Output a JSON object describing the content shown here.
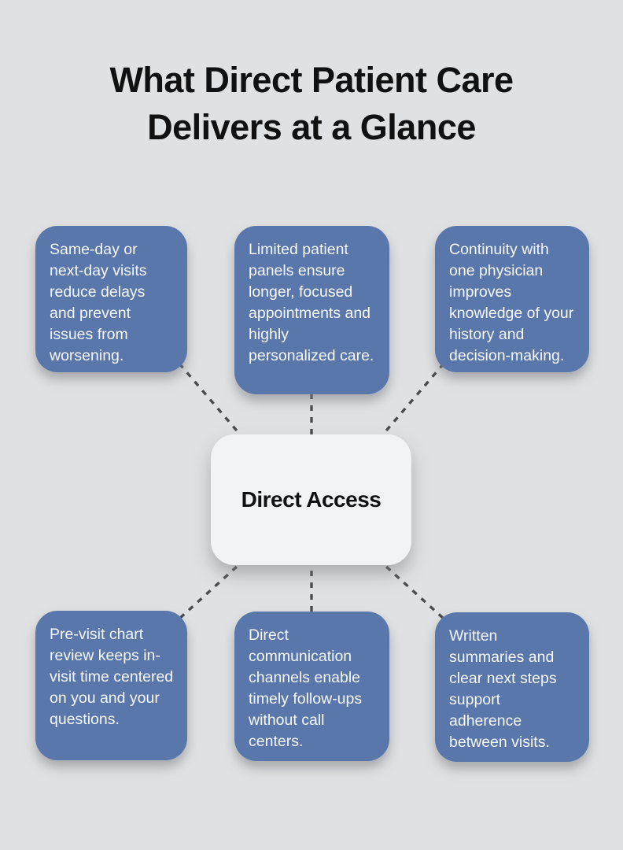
{
  "title": {
    "line1": "What Direct Patient Care",
    "line2": "Delivers at a Glance"
  },
  "center": {
    "label": "Direct Access"
  },
  "boxes": [
    {
      "id": "top-left",
      "text": "Same-day or next-day visits reduce delays and prevent issues from worsening."
    },
    {
      "id": "top-middle",
      "text": "Limited patient panels ensure longer, focused appointments and highly personalized care."
    },
    {
      "id": "top-right",
      "text": "Continuity with one physician improves knowledge of your history and decision-making."
    },
    {
      "id": "bottom-left",
      "text": "Pre-visit chart review keeps in-visit time centered on you and your questions."
    },
    {
      "id": "bottom-middle",
      "text": "Direct communication channels enable timely follow-ups without call centers."
    },
    {
      "id": "bottom-right",
      "text": "Written summaries and clear next steps support adherence between visits."
    }
  ],
  "colors": {
    "background": "#e0e1e2",
    "benefit_box": "#5a77ab",
    "hub_card": "#f2f3f4",
    "connector": "#4b4b4b",
    "title_text": "#111111",
    "box_text": "#f6f8fb"
  }
}
